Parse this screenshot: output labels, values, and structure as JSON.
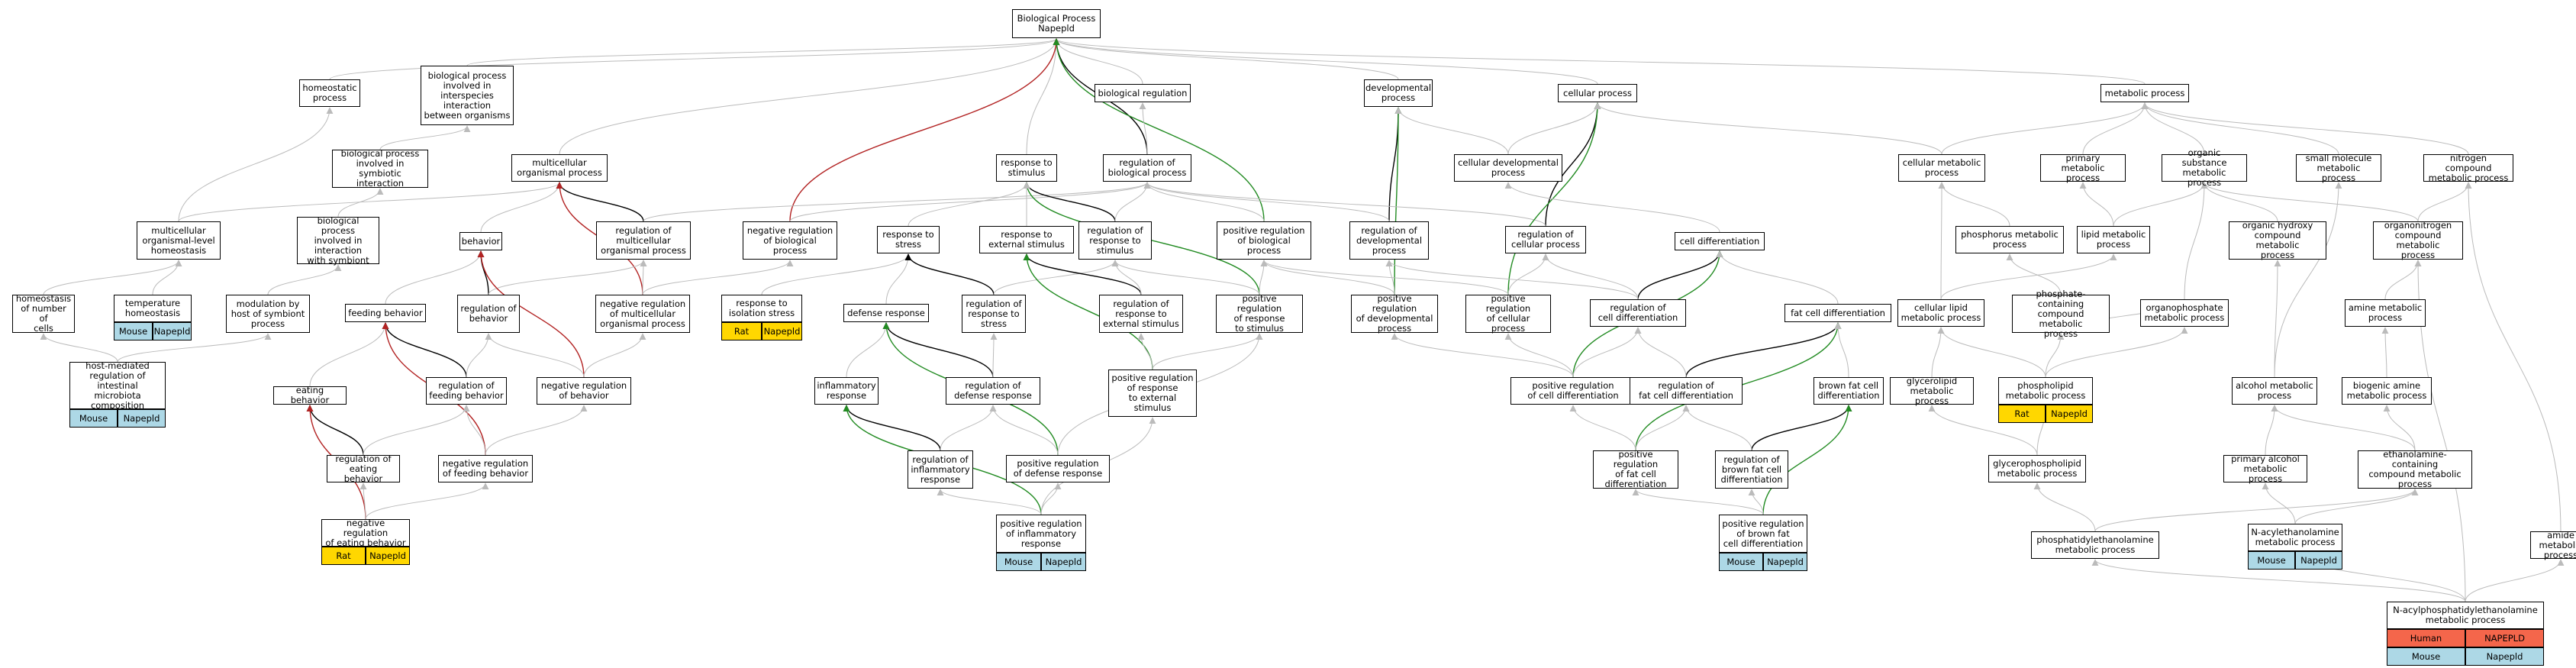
{
  "colors": {
    "grey": "#bbbbbb",
    "black": "#000000",
    "red": "#b22222",
    "green": "#228b22",
    "mouse": "#add8e6",
    "rat": "#ffd700",
    "human": "#f4664b"
  },
  "nodes": [
    {
      "id": "root",
      "label": "Biological Process\nNapepld"
    },
    {
      "id": "homeostatic",
      "label": "homeostatic\nprocess"
    },
    {
      "id": "interspecies",
      "label": "biological process\ninvolved in\ninterspecies\ninteraction\nbetween organisms"
    },
    {
      "id": "bioreg",
      "label": "biological regulation"
    },
    {
      "id": "developmental",
      "label": "developmental\nprocess"
    },
    {
      "id": "cellular",
      "label": "cellular process"
    },
    {
      "id": "metabolic",
      "label": "metabolic process"
    },
    {
      "id": "symbiotic",
      "label": "biological process\ninvolved in\nsymbiotic interaction"
    },
    {
      "id": "multicellular",
      "label": "multicellular\norganismal process"
    },
    {
      "id": "resp_stim",
      "label": "response to\nstimulus"
    },
    {
      "id": "reg_bio",
      "label": "regulation of\nbiological process"
    },
    {
      "id": "cell_dev",
      "label": "cellular developmental\nprocess"
    },
    {
      "id": "cell_met",
      "label": "cellular metabolic\nprocess"
    },
    {
      "id": "primary_met",
      "label": "primary metabolic\nprocess"
    },
    {
      "id": "organic_sub",
      "label": "organic substance\nmetabolic process"
    },
    {
      "id": "small_mol",
      "label": "small molecule\nmetabolic process"
    },
    {
      "id": "nitrogen",
      "label": "nitrogen compound\nmetabolic process"
    },
    {
      "id": "multi_home",
      "label": "multicellular\norganismal-level\nhomeostasis"
    },
    {
      "id": "bp_symbiont",
      "label": "biological process\ninvolved in\ninteraction\nwith symbiont"
    },
    {
      "id": "behavior",
      "label": "behavior"
    },
    {
      "id": "reg_multi",
      "label": "regulation of\nmulticellular\norganismal process"
    },
    {
      "id": "neg_reg_bio",
      "label": "negative regulation\nof biological\nprocess"
    },
    {
      "id": "resp_stress",
      "label": "response to\nstress"
    },
    {
      "id": "resp_ext",
      "label": "response to\nexternal stimulus"
    },
    {
      "id": "reg_resp_stim",
      "label": "regulation of\nresponse to\nstimulus"
    },
    {
      "id": "pos_reg_bio",
      "label": "positive regulation\nof biological\nprocess"
    },
    {
      "id": "reg_dev",
      "label": "regulation of\ndevelopmental\nprocess"
    },
    {
      "id": "reg_cell",
      "label": "regulation of\ncellular process"
    },
    {
      "id": "cell_diff",
      "label": "cell differentiation"
    },
    {
      "id": "phos_met",
      "label": "phosphorus metabolic\nprocess"
    },
    {
      "id": "lipid_met",
      "label": "lipid metabolic\nprocess"
    },
    {
      "id": "org_hydroxy",
      "label": "organic hydroxy\ncompound metabolic\nprocess"
    },
    {
      "id": "organonitrogen",
      "label": "organonitrogen\ncompound metabolic\nprocess"
    },
    {
      "id": "home_cells",
      "label": "homeostasis\nof number of\ncells"
    },
    {
      "id": "temp_home",
      "label": "temperature\nhomeostasis",
      "badges": [
        [
          "Mouse",
          "Napepld"
        ]
      ]
    },
    {
      "id": "modulation",
      "label": "modulation by\nhost of symbiont\nprocess"
    },
    {
      "id": "feeding",
      "label": "feeding behavior"
    },
    {
      "id": "reg_behavior",
      "label": "regulation of\nbehavior"
    },
    {
      "id": "neg_reg_multi",
      "label": "negative regulation\nof multicellular\norganismal process"
    },
    {
      "id": "resp_iso",
      "label": "response to\nisolation stress",
      "badges": [
        [
          "Rat",
          "Napepld"
        ]
      ]
    },
    {
      "id": "defense",
      "label": "defense response"
    },
    {
      "id": "reg_resp_stress",
      "label": "regulation of\nresponse to\nstress"
    },
    {
      "id": "reg_resp_ext",
      "label": "regulation of\nresponse to\nexternal stimulus"
    },
    {
      "id": "pos_reg_resp_stim",
      "label": "positive regulation\nof response\nto stimulus"
    },
    {
      "id": "pos_reg_dev",
      "label": "positive regulation\nof developmental\nprocess"
    },
    {
      "id": "pos_reg_cell",
      "label": "positive regulation\nof cellular\nprocess"
    },
    {
      "id": "reg_cell_diff",
      "label": "regulation of\ncell differentiation"
    },
    {
      "id": "fat_diff",
      "label": "fat cell differentiation"
    },
    {
      "id": "cell_lipid",
      "label": "cellular lipid\nmetabolic process"
    },
    {
      "id": "phosphate",
      "label": "phosphate-containing\ncompound metabolic\nprocess"
    },
    {
      "id": "organophosphate",
      "label": "organophosphate\nmetabolic process"
    },
    {
      "id": "amine_met",
      "label": "amine metabolic\nprocess"
    },
    {
      "id": "host_mediated",
      "label": "host-mediated\nregulation of\nintestinal microbiota\ncomposition",
      "badges": [
        [
          "Mouse",
          "Napepld"
        ]
      ]
    },
    {
      "id": "eating",
      "label": "eating behavior"
    },
    {
      "id": "reg_feeding",
      "label": "regulation of\nfeeding behavior"
    },
    {
      "id": "neg_reg_behavior",
      "label": "negative regulation\nof behavior"
    },
    {
      "id": "inflammatory",
      "label": "inflammatory\nresponse"
    },
    {
      "id": "reg_defense",
      "label": "regulation of\ndefense response"
    },
    {
      "id": "pos_reg_resp_ext",
      "label": "positive regulation\nof response\nto external\nstimulus"
    },
    {
      "id": "pos_reg_cell_diff",
      "label": "positive regulation\nof cell differentiation"
    },
    {
      "id": "reg_fat_diff",
      "label": "regulation of\nfat cell differentiation"
    },
    {
      "id": "brown_fat",
      "label": "brown fat cell\ndifferentiation"
    },
    {
      "id": "glycerolipid",
      "label": "glycerolipid\nmetabolic process"
    },
    {
      "id": "phospholipid",
      "label": "phospholipid\nmetabolic process",
      "badges": [
        [
          "Rat",
          "Napepld"
        ]
      ]
    },
    {
      "id": "alcohol",
      "label": "alcohol metabolic\nprocess"
    },
    {
      "id": "biogenic",
      "label": "biogenic amine\nmetabolic process"
    },
    {
      "id": "reg_eating",
      "label": "regulation of\neating behavior"
    },
    {
      "id": "neg_reg_feeding",
      "label": "negative regulation\nof feeding behavior"
    },
    {
      "id": "reg_inflam",
      "label": "regulation of\ninflammatory\nresponse"
    },
    {
      "id": "pos_reg_defense",
      "label": "positive regulation\nof defense response"
    },
    {
      "id": "pos_reg_fat",
      "label": "positive regulation\nof fat cell\ndifferentiation"
    },
    {
      "id": "reg_brown",
      "label": "regulation of\nbrown fat cell\ndifferentiation"
    },
    {
      "id": "glycerophospholipid",
      "label": "glycerophospholipid\nmetabolic process"
    },
    {
      "id": "primary_alcohol",
      "label": "primary alcohol\nmetabolic process"
    },
    {
      "id": "ethanolamine",
      "label": "ethanolamine-containing\ncompound metabolic\nprocess"
    },
    {
      "id": "neg_reg_eating",
      "label": "negative regulation\nof eating behavior",
      "badges": [
        [
          "Rat",
          "Napepld"
        ]
      ]
    },
    {
      "id": "pos_reg_inflam",
      "label": "positive regulation\nof inflammatory\nresponse",
      "badges": [
        [
          "Mouse",
          "Napepld"
        ]
      ]
    },
    {
      "id": "pos_reg_brown",
      "label": "positive regulation\nof brown fat\ncell differentiation",
      "badges": [
        [
          "Mouse",
          "Napepld"
        ]
      ]
    },
    {
      "id": "n_acyl",
      "label": "N-acylethanolamine\nmetabolic process",
      "badges": [
        [
          "Mouse",
          "Napepld"
        ]
      ]
    },
    {
      "id": "pe_met",
      "label": "phosphatidylethanolamine\nmetabolic process"
    },
    {
      "id": "amide",
      "label": "amide metabolic\nprocess"
    },
    {
      "id": "napepe",
      "label": "N-acylphosphatidylethanolamine\nmetabolic process",
      "badges": [
        [
          "Human",
          "NAPEPLD"
        ],
        [
          "Mouse",
          "Napepld"
        ]
      ]
    }
  ],
  "edges": [
    [
      "homeostatic",
      "root",
      "g"
    ],
    [
      "interspecies",
      "root",
      "g"
    ],
    [
      "bioreg",
      "root",
      "g"
    ],
    [
      "developmental",
      "root",
      "g"
    ],
    [
      "cellular",
      "root",
      "g"
    ],
    [
      "metabolic",
      "root",
      "g"
    ],
    [
      "multicellular",
      "root",
      "g"
    ],
    [
      "resp_stim",
      "root",
      "g"
    ],
    [
      "reg_bio",
      "root",
      "k"
    ],
    [
      "neg_reg_bio",
      "root",
      "r"
    ],
    [
      "pos_reg_bio",
      "root",
      "gr"
    ],
    [
      "reg_bio",
      "bioreg",
      "g"
    ],
    [
      "symbiotic",
      "interspecies",
      "g"
    ],
    [
      "multi_home",
      "homeostatic",
      "g"
    ],
    [
      "multi_home",
      "multicellular",
      "g"
    ],
    [
      "bp_symbiont",
      "symbiotic",
      "g"
    ],
    [
      "behavior",
      "multicellular",
      "g"
    ],
    [
      "reg_multi",
      "multicellular",
      "k"
    ],
    [
      "reg_multi",
      "reg_bio",
      "g"
    ],
    [
      "neg_reg_multi",
      "multicellular",
      "r"
    ],
    [
      "neg_reg_multi",
      "reg_multi",
      "g"
    ],
    [
      "neg_reg_multi",
      "neg_reg_bio",
      "g"
    ],
    [
      "neg_reg_bio",
      "reg_bio",
      "g"
    ],
    [
      "pos_reg_bio",
      "reg_bio",
      "g"
    ],
    [
      "reg_resp_stim",
      "resp_stim",
      "k"
    ],
    [
      "reg_resp_stim",
      "reg_bio",
      "g"
    ],
    [
      "pos_reg_resp_stim",
      "resp_stim",
      "gr"
    ],
    [
      "pos_reg_resp_stim",
      "reg_resp_stim",
      "g"
    ],
    [
      "pos_reg_resp_stim",
      "pos_reg_bio",
      "g"
    ],
    [
      "resp_stress",
      "resp_stim",
      "g"
    ],
    [
      "resp_ext",
      "resp_stim",
      "g"
    ],
    [
      "resp_iso",
      "resp_stress",
      "g"
    ],
    [
      "defense",
      "resp_stress",
      "g"
    ],
    [
      "reg_resp_stress",
      "resp_stress",
      "k"
    ],
    [
      "reg_resp_stress",
      "reg_resp_stim",
      "g"
    ],
    [
      "reg_resp_ext",
      "resp_ext",
      "k"
    ],
    [
      "reg_resp_ext",
      "reg_resp_stim",
      "g"
    ],
    [
      "pos_reg_resp_ext",
      "resp_ext",
      "gr"
    ],
    [
      "pos_reg_resp_ext",
      "reg_resp_ext",
      "g"
    ],
    [
      "pos_reg_resp_ext",
      "pos_reg_resp_stim",
      "g"
    ],
    [
      "inflammatory",
      "defense",
      "g"
    ],
    [
      "reg_defense",
      "defense",
      "k"
    ],
    [
      "reg_defense",
      "reg_resp_stress",
      "g"
    ],
    [
      "pos_reg_defense",
      "defense",
      "gr"
    ],
    [
      "pos_reg_defense",
      "reg_defense",
      "g"
    ],
    [
      "pos_reg_defense",
      "pos_reg_resp_stim",
      "g"
    ],
    [
      "reg_inflam",
      "inflammatory",
      "k"
    ],
    [
      "reg_inflam",
      "reg_defense",
      "g"
    ],
    [
      "pos_reg_inflam",
      "inflammatory",
      "gr"
    ],
    [
      "pos_reg_inflam",
      "reg_inflam",
      "g"
    ],
    [
      "pos_reg_inflam",
      "pos_reg_defense",
      "g"
    ],
    [
      "pos_reg_inflam",
      "pos_reg_resp_ext",
      "g"
    ],
    [
      "home_cells",
      "multi_home",
      "g"
    ],
    [
      "temp_home",
      "multi_home",
      "g"
    ],
    [
      "modulation",
      "bp_symbiont",
      "g"
    ],
    [
      "host_mediated",
      "home_cells",
      "g"
    ],
    [
      "host_mediated",
      "modulation",
      "g"
    ],
    [
      "feeding",
      "behavior",
      "g"
    ],
    [
      "reg_behavior",
      "behavior",
      "k"
    ],
    [
      "reg_behavior",
      "reg_multi",
      "g"
    ],
    [
      "neg_reg_behavior",
      "behavior",
      "r"
    ],
    [
      "neg_reg_behavior",
      "reg_behavior",
      "g"
    ],
    [
      "neg_reg_behavior",
      "neg_reg_multi",
      "g"
    ],
    [
      "eating",
      "feeding",
      "g"
    ],
    [
      "reg_feeding",
      "feeding",
      "k"
    ],
    [
      "reg_feeding",
      "reg_behavior",
      "g"
    ],
    [
      "neg_reg_feeding",
      "feeding",
      "r"
    ],
    [
      "neg_reg_feeding",
      "reg_feeding",
      "g"
    ],
    [
      "neg_reg_feeding",
      "neg_reg_behavior",
      "g"
    ],
    [
      "reg_eating",
      "eating",
      "k"
    ],
    [
      "reg_eating",
      "reg_feeding",
      "g"
    ],
    [
      "neg_reg_eating",
      "eating",
      "r"
    ],
    [
      "neg_reg_eating",
      "reg_eating",
      "g"
    ],
    [
      "neg_reg_eating",
      "neg_reg_feeding",
      "g"
    ],
    [
      "reg_dev",
      "developmental",
      "k"
    ],
    [
      "reg_dev",
      "reg_bio",
      "g"
    ],
    [
      "pos_reg_dev",
      "developmental",
      "gr"
    ],
    [
      "pos_reg_dev",
      "reg_dev",
      "g"
    ],
    [
      "pos_reg_dev",
      "pos_reg_bio",
      "g"
    ],
    [
      "cell_dev",
      "developmental",
      "g"
    ],
    [
      "cell_dev",
      "cellular",
      "g"
    ],
    [
      "reg_cell",
      "cellular",
      "k"
    ],
    [
      "reg_cell",
      "reg_bio",
      "g"
    ],
    [
      "pos_reg_cell",
      "cellular",
      "gr"
    ],
    [
      "pos_reg_cell",
      "reg_cell",
      "g"
    ],
    [
      "pos_reg_cell",
      "pos_reg_bio",
      "g"
    ],
    [
      "cell_diff",
      "cell_dev",
      "g"
    ],
    [
      "reg_cell_diff",
      "cell_diff",
      "k"
    ],
    [
      "reg_cell_diff",
      "reg_dev",
      "g"
    ],
    [
      "reg_cell_diff",
      "reg_cell",
      "g"
    ],
    [
      "pos_reg_cell_diff",
      "cell_diff",
      "gr"
    ],
    [
      "pos_reg_cell_diff",
      "reg_cell_diff",
      "g"
    ],
    [
      "pos_reg_cell_diff",
      "pos_reg_dev",
      "g"
    ],
    [
      "pos_reg_cell_diff",
      "pos_reg_cell",
      "g"
    ],
    [
      "fat_diff",
      "cell_diff",
      "g"
    ],
    [
      "reg_fat_diff",
      "fat_diff",
      "k"
    ],
    [
      "reg_fat_diff",
      "reg_cell_diff",
      "g"
    ],
    [
      "pos_reg_fat",
      "fat_diff",
      "gr"
    ],
    [
      "pos_reg_fat",
      "reg_fat_diff",
      "g"
    ],
    [
      "pos_reg_fat",
      "pos_reg_cell_diff",
      "g"
    ],
    [
      "brown_fat",
      "fat_diff",
      "g"
    ],
    [
      "reg_brown",
      "brown_fat",
      "k"
    ],
    [
      "reg_brown",
      "reg_fat_diff",
      "g"
    ],
    [
      "pos_reg_brown",
      "brown_fat",
      "gr"
    ],
    [
      "pos_reg_brown",
      "reg_brown",
      "g"
    ],
    [
      "pos_reg_brown",
      "pos_reg_fat",
      "g"
    ],
    [
      "cell_met",
      "cellular",
      "g"
    ],
    [
      "cell_met",
      "metabolic",
      "g"
    ],
    [
      "primary_met",
      "metabolic",
      "g"
    ],
    [
      "organic_sub",
      "metabolic",
      "g"
    ],
    [
      "small_mol",
      "metabolic",
      "g"
    ],
    [
      "nitrogen",
      "metabolic",
      "g"
    ],
    [
      "phos_met",
      "cell_met",
      "g"
    ],
    [
      "lipid_met",
      "primary_met",
      "g"
    ],
    [
      "lipid_met",
      "organic_sub",
      "g"
    ],
    [
      "org_hydroxy",
      "organic_sub",
      "g"
    ],
    [
      "organonitrogen",
      "organic_sub",
      "g"
    ],
    [
      "organonitrogen",
      "nitrogen",
      "g"
    ],
    [
      "cell_lipid",
      "cell_met",
      "g"
    ],
    [
      "cell_lipid",
      "lipid_met",
      "g"
    ],
    [
      "phosphate",
      "phos_met",
      "g"
    ],
    [
      "organophosphate",
      "phosphate",
      "g"
    ],
    [
      "organophosphate",
      "organic_sub",
      "g"
    ],
    [
      "amine_met",
      "organonitrogen",
      "g"
    ],
    [
      "glycerolipid",
      "cell_lipid",
      "g"
    ],
    [
      "phospholipid",
      "cell_lipid",
      "g"
    ],
    [
      "phospholipid",
      "phosphate",
      "g"
    ],
    [
      "phospholipid",
      "organophosphate",
      "g"
    ],
    [
      "alcohol",
      "org_hydroxy",
      "g"
    ],
    [
      "alcohol",
      "small_mol",
      "g"
    ],
    [
      "biogenic",
      "amine_met",
      "g"
    ],
    [
      "glycerophospholipid",
      "glycerolipid",
      "g"
    ],
    [
      "glycerophospholipid",
      "phospholipid",
      "g"
    ],
    [
      "primary_alcohol",
      "alcohol",
      "g"
    ],
    [
      "ethanolamine",
      "alcohol",
      "g"
    ],
    [
      "ethanolamine",
      "biogenic",
      "g"
    ],
    [
      "n_acyl",
      "primary_alcohol",
      "g"
    ],
    [
      "n_acyl",
      "ethanolamine",
      "g"
    ],
    [
      "pe_met",
      "glycerophospholipid",
      "g"
    ],
    [
      "pe_met",
      "ethanolamine",
      "g"
    ],
    [
      "napepe",
      "pe_met",
      "g"
    ],
    [
      "napepe",
      "n_acyl",
      "g"
    ],
    [
      "napepe",
      "amide",
      "g"
    ],
    [
      "napepe",
      "organonitrogen",
      "g"
    ],
    [
      "amide",
      "nitrogen",
      "g"
    ]
  ]
}
